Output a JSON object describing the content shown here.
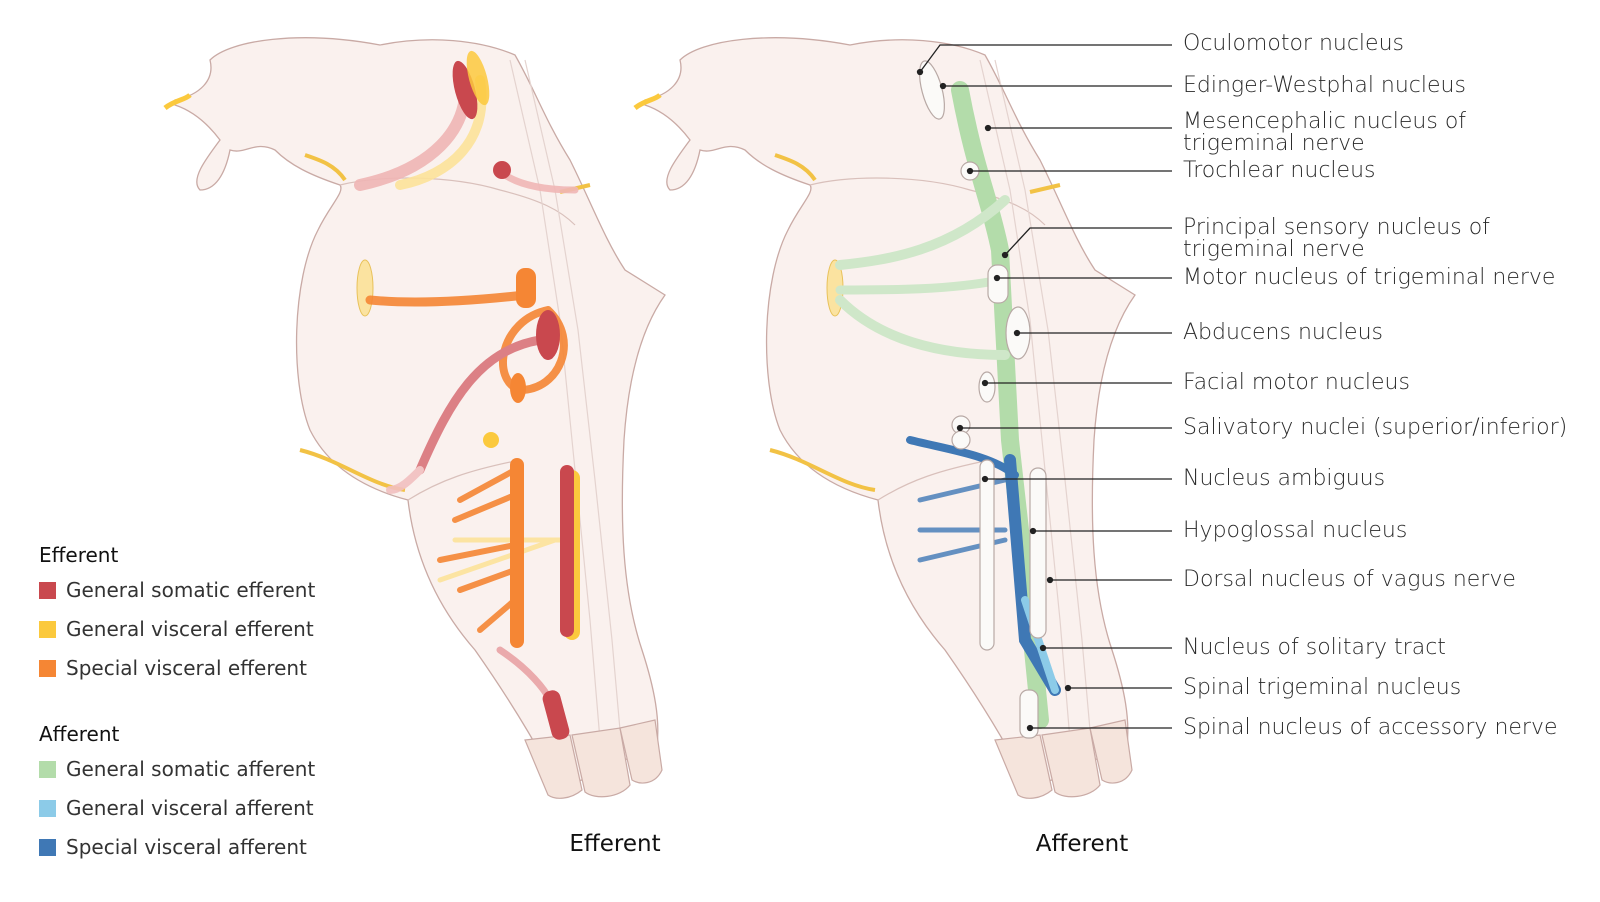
{
  "legend": {
    "efferent_title": "Efferent",
    "efferent": [
      {
        "label": "General somatic efferent",
        "color": "#c9484e"
      },
      {
        "label": "General visceral efferent",
        "color": "#fbc93d"
      },
      {
        "label": "Special visceral efferent",
        "color": "#f58634"
      }
    ],
    "afferent_title": "Afferent",
    "afferent": [
      {
        "label": "General somatic afferent",
        "color": "#b3dcaa"
      },
      {
        "label": "General visceral afferent",
        "color": "#8ccbe8"
      },
      {
        "label": "Special visceral afferent",
        "color": "#3f78b5"
      }
    ]
  },
  "captions": {
    "left": "Efferent",
    "right": "Afferent"
  },
  "labels": [
    "Oculomotor nucleus",
    "Edinger-Westphal nucleus",
    "Mesencephalic nucleus of trigeminal nerve",
    "Trochlear nucleus",
    "Principal sensory nucleus of trigeminal nerve",
    "Motor nucleus of trigeminal nerve",
    "Abducens nucleus",
    "Facial motor nucleus",
    "Salivatory nuclei (superior/inferior)",
    "Nucleus ambiguus",
    "Hypoglossal nucleus",
    "Dorsal nucleus of vagus nerve",
    "Nucleus of solitary tract",
    "Spinal trigeminal nucleus",
    "Spinal nucleus of accessory nerve"
  ]
}
